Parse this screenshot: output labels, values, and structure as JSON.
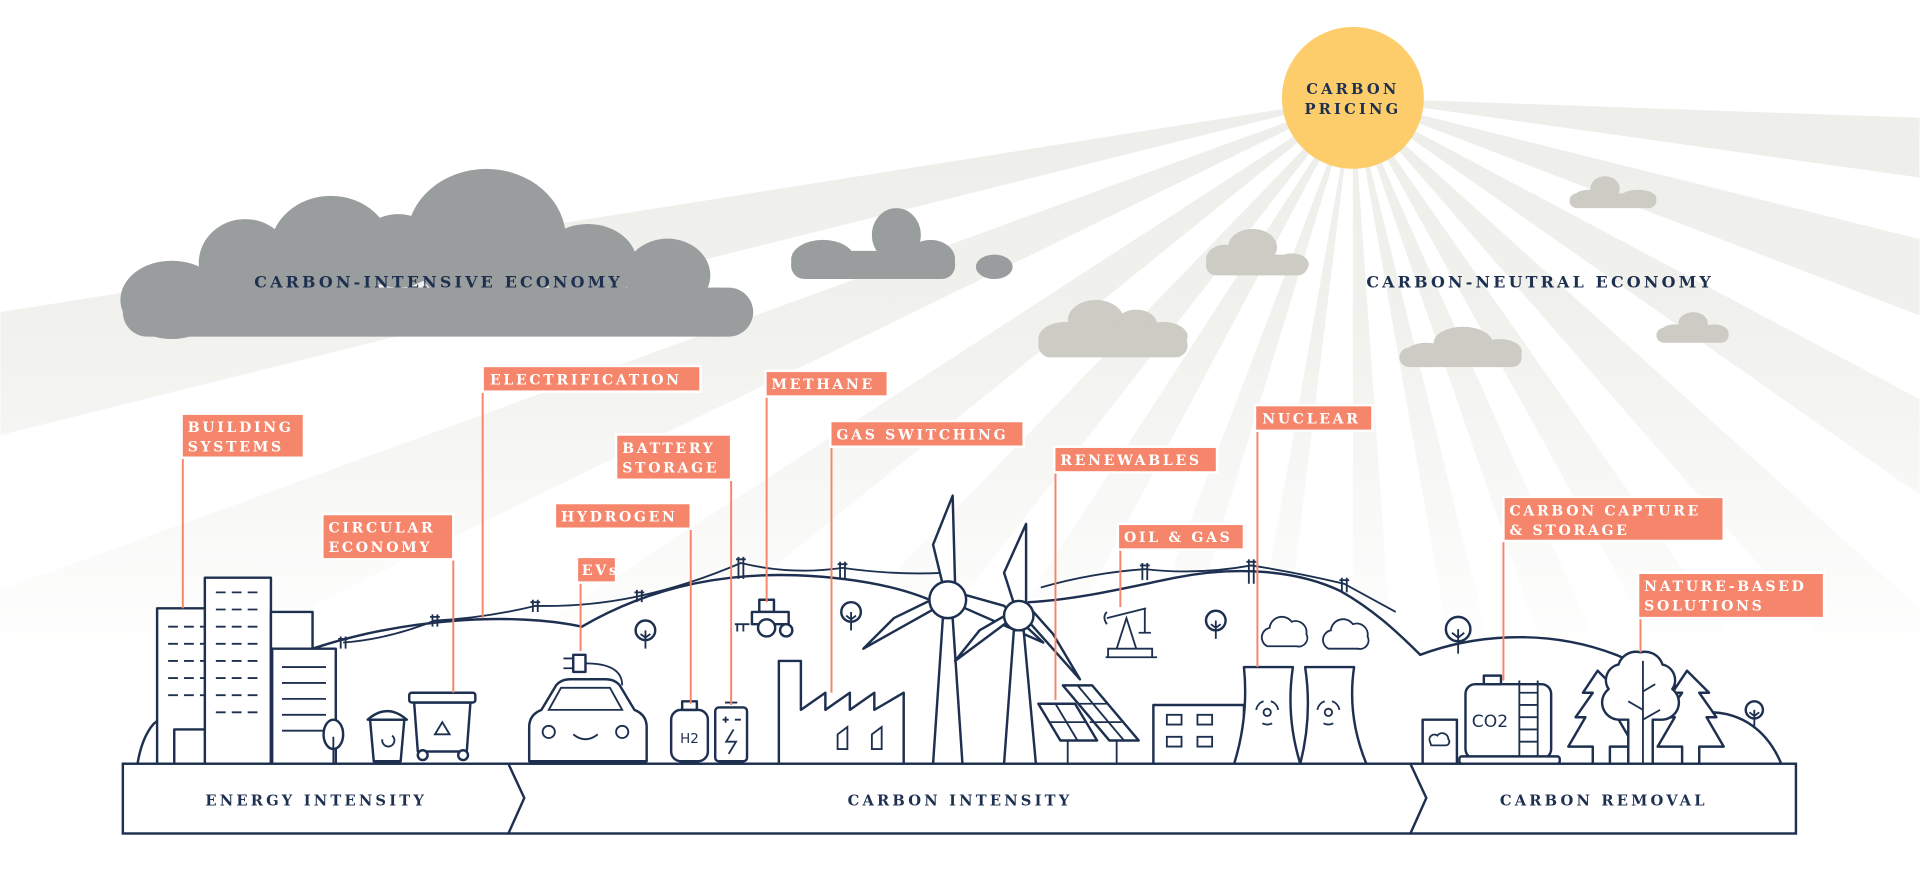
{
  "sun": {
    "line1": "CARBON",
    "line2": "PRICING",
    "color": "#fecd6b"
  },
  "regions": {
    "left": "CARBON-INTENSIVE ECONOMY",
    "right": "CARBON-NEUTRAL ECONOMY"
  },
  "labels": {
    "building_systems": [
      "BUILDING",
      "SYSTEMS"
    ],
    "circular_economy": [
      "CIRCULAR",
      "ECONOMY"
    ],
    "electrification": [
      "ELECTRIFICATION"
    ],
    "hydrogen": [
      "HYDROGEN"
    ],
    "evs": [
      "EVs"
    ],
    "battery_storage": [
      "BATTERY",
      "STORAGE"
    ],
    "methane": [
      "METHANE"
    ],
    "gas_switching": [
      "GAS SWITCHING"
    ],
    "renewables": [
      "RENEWABLES"
    ],
    "oil_gas": [
      "OIL & GAS"
    ],
    "nuclear": [
      "NUCLEAR"
    ],
    "carbon_capture": [
      "CARBON CAPTURE",
      "& STORAGE"
    ],
    "nature_based": [
      "NATURE-BASED",
      "SOLUTIONS"
    ]
  },
  "stages": {
    "energy": "ENERGY INTENSITY",
    "carbon": "CARBON INTENSITY",
    "removal": "CARBON REMOVAL"
  },
  "icons": {
    "h2": "H2",
    "co2": "CO2"
  },
  "colors": {
    "navy": "#1e3050",
    "label": "#f5866c",
    "dark_cloud": "#9a9d9e",
    "light_cloud": "#cccbc4",
    "ray": "#efefeb"
  }
}
